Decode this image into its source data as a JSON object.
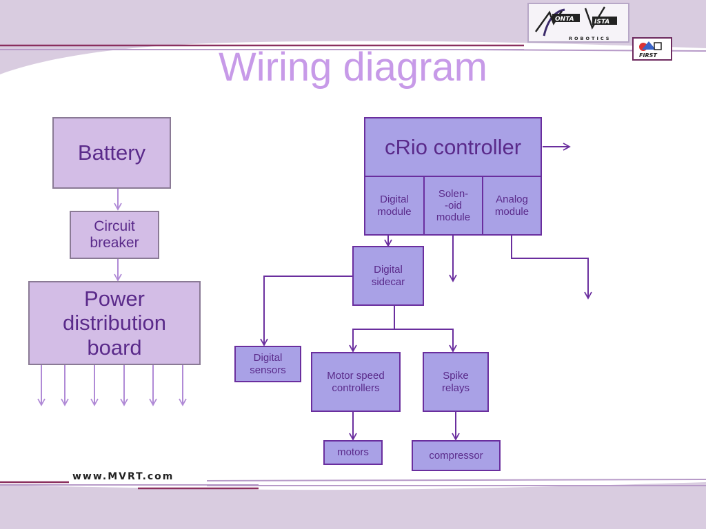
{
  "slide": {
    "title": "Wiring diagram",
    "footer_url": "www.MVRT.com"
  },
  "colors": {
    "title": "#c79ae8",
    "box_lavender": "#d3bde6",
    "box_blue": "#a9a1e6",
    "line": "#6a2e9e",
    "text": "#5a2a8a"
  },
  "logos": {
    "team_logo_text": "MONTA VISTA ROBOTICS",
    "first_logo_text": "FIRST"
  },
  "diagram": {
    "nodes": {
      "battery": "Battery",
      "circuit_breaker": "Circuit\nbreaker",
      "power_distribution_board": "Power\ndistribution\nboard",
      "crio_controller": "cRio controller",
      "digital_module": "Digital\nmodule",
      "solenoid_module": "Solen-\n-oid\nmodule",
      "analog_module": "Analog\nmodule",
      "digital_sidecar": "Digital\nsidecar",
      "digital_sensors": "Digital\nsensors",
      "motor_speed_controllers": "Motor speed\ncontrollers",
      "spike_relays": "Spike\nrelays",
      "motors": "motors",
      "compressor": "compressor"
    },
    "edges": [
      [
        "battery",
        "circuit_breaker"
      ],
      [
        "circuit_breaker",
        "power_distribution_board"
      ],
      [
        "digital_module",
        "digital_sidecar"
      ],
      [
        "digital_sidecar",
        "digital_sensors"
      ],
      [
        "digital_sidecar",
        "motor_speed_controllers"
      ],
      [
        "digital_sidecar",
        "spike_relays"
      ],
      [
        "motor_speed_controllers",
        "motors"
      ],
      [
        "spike_relays",
        "compressor"
      ]
    ],
    "open_outputs": [
      "power_distribution_board x6",
      "crio_controller",
      "solenoid_module",
      "analog_module"
    ]
  }
}
